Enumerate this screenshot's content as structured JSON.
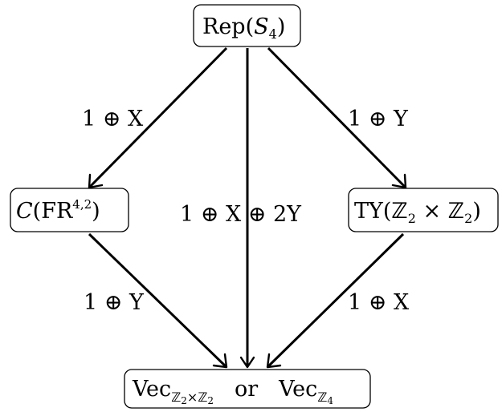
{
  "nodes": {
    "top": {
      "text": "Rep(S₄)",
      "name": "Rep",
      "group": "S",
      "index": "4"
    },
    "left": {
      "text": "C(FR^{4,2})",
      "category": "C",
      "ring": "FR",
      "superscript": "4,2"
    },
    "right": {
      "text": "TY(ℤ₂ × ℤ₂)",
      "name": "TY",
      "ring": "ℤ",
      "index": "2",
      "times": "×"
    },
    "bottom": {
      "text": "Vec_{ℤ₂×ℤ₂} or Vec_{ℤ₄}",
      "vec": "Vec",
      "ring": "ℤ",
      "index_a": "2",
      "times": "×",
      "index_b": "4",
      "connector": "or"
    }
  },
  "edges": {
    "top_left": "1 ⊕ X",
    "top_right": "1 ⊕ Y",
    "top_bottom": "1 ⊕ X ⊕ 2Y",
    "left_bottom": "1 ⊕ Y",
    "right_bottom": "1 ⊕ X"
  },
  "colors": {
    "stroke": "#000000",
    "background": "#ffffff"
  }
}
